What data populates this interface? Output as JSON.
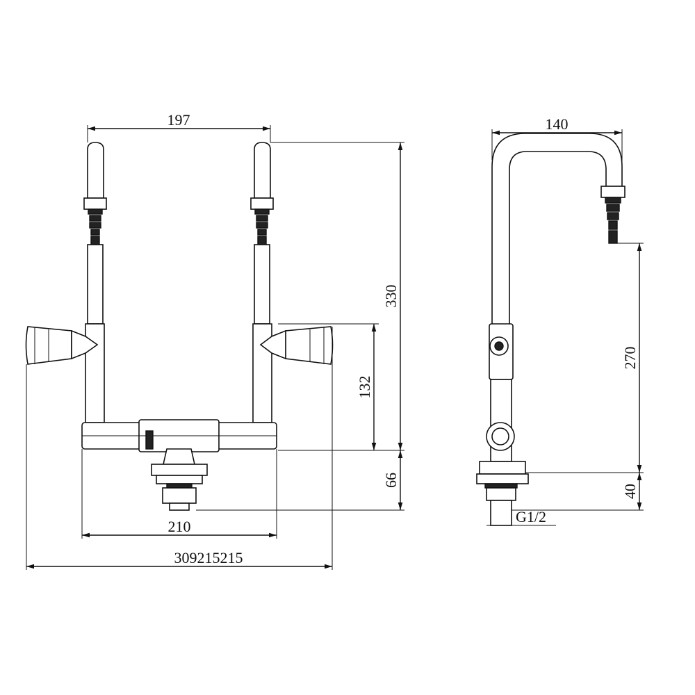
{
  "dimensions": {
    "top_width": "197",
    "side_width": "140",
    "total_height": "330",
    "handle_height": "132",
    "base_height": "66",
    "outlet_height": "270",
    "side_base_height": "40",
    "bottom_width": "210",
    "overall_width": "309215215",
    "thread": "G1/2"
  },
  "colors": {
    "line": "#111111",
    "background": "#ffffff"
  }
}
